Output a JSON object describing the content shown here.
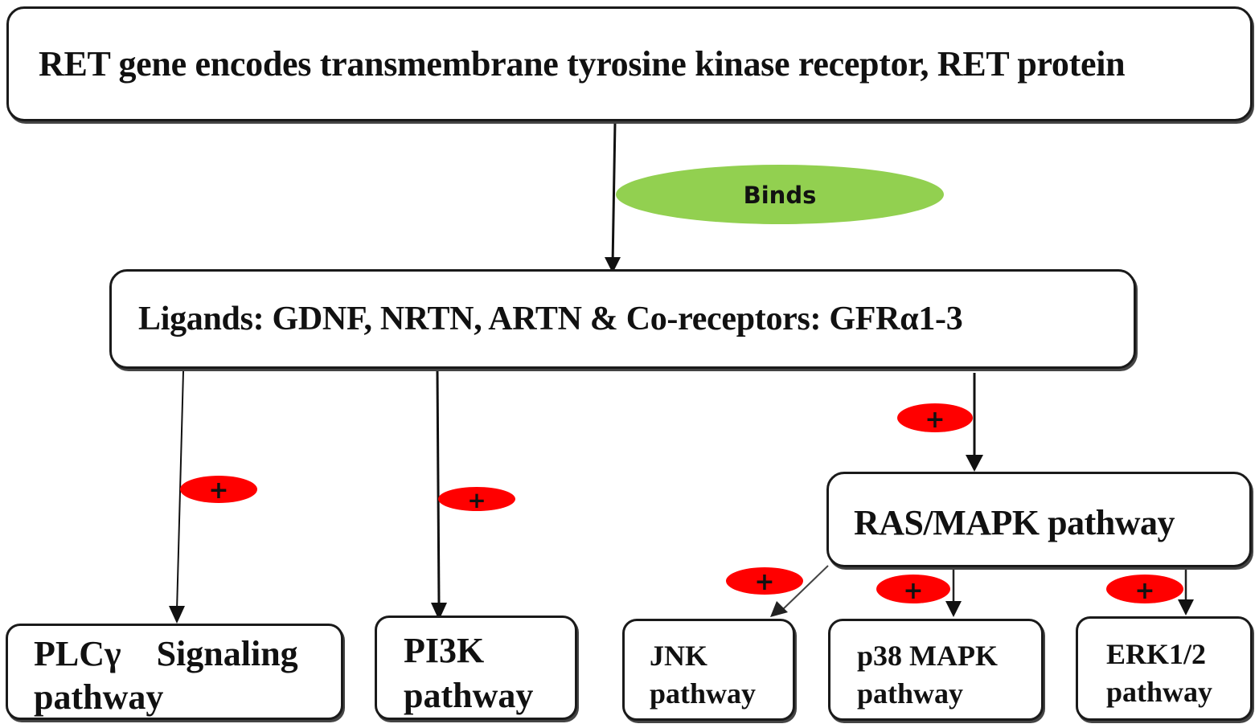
{
  "nodes": {
    "ret": {
      "label": "RET gene encodes transmembrane tyrosine kinase receptor, RET protein"
    },
    "ligands": {
      "label": "Ligands: GDNF, NRTN, ARTN & Co-receptors:  GFRα1-3"
    },
    "ras_mapk": {
      "label": "RAS/MAPK pathway"
    },
    "plcg": {
      "line1": "PLCγ    Signaling",
      "line2": "pathway"
    },
    "pi3k": {
      "line1": "PI3K",
      "line2": "pathway"
    },
    "jnk": {
      "line1": "JNK",
      "line2": "pathway"
    },
    "p38": {
      "line1": "p38 MAPK",
      "line2": "pathway"
    },
    "erk": {
      "line1": "ERK1/2",
      "line2": "pathway"
    }
  },
  "edge_labels": {
    "binds": "Binds",
    "activation_symbol": "+"
  },
  "colors": {
    "binds_fill": "#92d050",
    "activation_fill": "#ff0000",
    "stroke": "#111111"
  },
  "edges": [
    {
      "from": "ret",
      "to": "ligands",
      "label": "Binds"
    },
    {
      "from": "ligands",
      "to": "plcg",
      "label": "+"
    },
    {
      "from": "ligands",
      "to": "pi3k",
      "label": "+"
    },
    {
      "from": "ligands",
      "to": "ras_mapk",
      "label": "+"
    },
    {
      "from": "ras_mapk",
      "to": "jnk",
      "label": "+"
    },
    {
      "from": "ras_mapk",
      "to": "p38",
      "label": "+"
    },
    {
      "from": "ras_mapk",
      "to": "erk",
      "label": "+"
    }
  ]
}
